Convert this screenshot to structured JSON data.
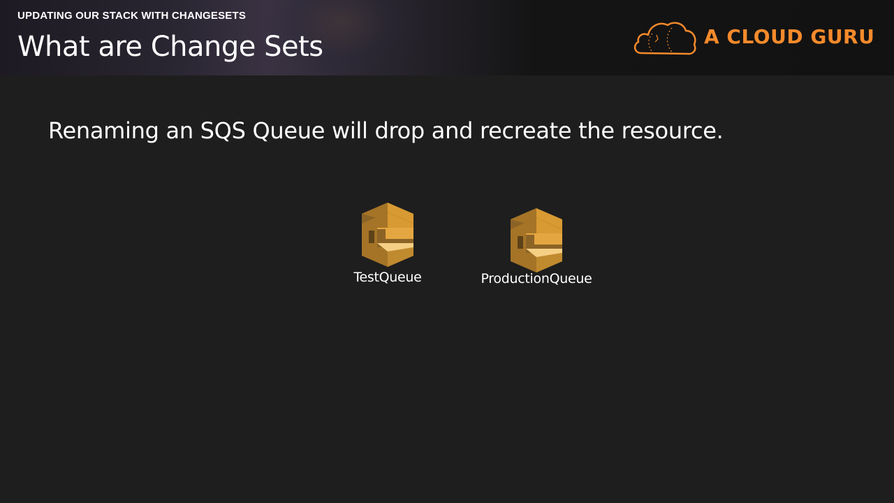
{
  "header": {
    "kicker": "UPDATING OUR STACK WITH CHANGESETS",
    "title": "What are Change Sets",
    "brand": {
      "name": "A CLOUD GURU",
      "icon": "cloud-icon",
      "color": "#f58a2b"
    }
  },
  "body": {
    "statement": "Renaming an SQS Queue will drop and recreate the resource."
  },
  "queues": [
    {
      "label": "TestQueue",
      "icon": "sqs-queue-icon"
    },
    {
      "label": "ProductionQueue",
      "icon": "sqs-queue-icon"
    }
  ],
  "colors": {
    "background": "#1e1e1e",
    "icon_light": "#f0b54a",
    "icon_mid": "#d89a32",
    "icon_dark": "#8c6327"
  }
}
